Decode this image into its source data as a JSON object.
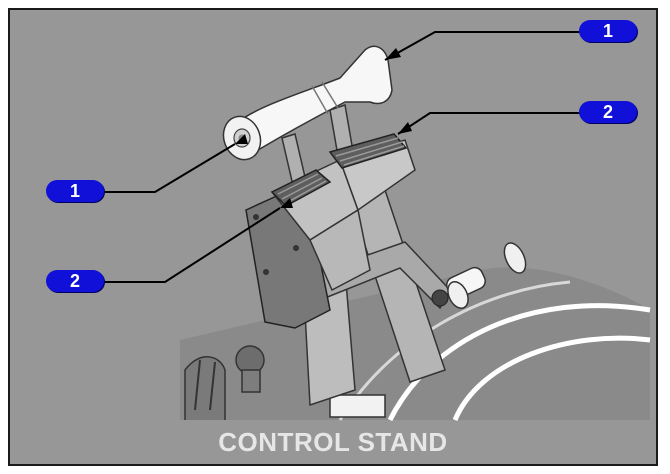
{
  "caption": "CONTROL STAND",
  "callouts": [
    {
      "id": "c1-top",
      "label": "1"
    },
    {
      "id": "c2-top",
      "label": "2"
    },
    {
      "id": "c1-left",
      "label": "1"
    },
    {
      "id": "c2-left",
      "label": "2"
    }
  ],
  "colors": {
    "background": "#979797",
    "callout_fill": "#1010d8",
    "callout_text": "#ffffff",
    "caption_text": "#e6e6e6"
  }
}
